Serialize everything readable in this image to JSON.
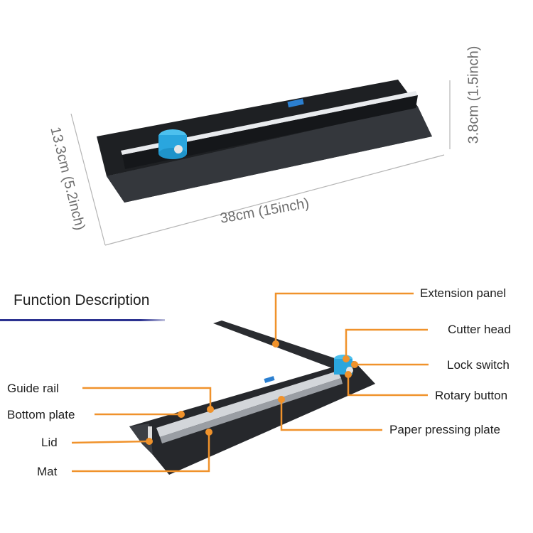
{
  "dimensions": {
    "length": "38cm (15inch)",
    "width": "13.3cm (5.2inch)",
    "height": "3.8cm (1.5inch)"
  },
  "section": {
    "title": "Function Description",
    "underline_color": "#2b3190"
  },
  "callouts": {
    "color": "#f0922b",
    "right": [
      {
        "label": "Extension panel"
      },
      {
        "label": "Cutter head"
      },
      {
        "label": "Lock switch"
      },
      {
        "label": "Rotary button"
      },
      {
        "label": "Paper pressing plate"
      }
    ],
    "left": [
      {
        "label": "Guide rail"
      },
      {
        "label": "Bottom plate"
      },
      {
        "label": "Lid"
      },
      {
        "label": "Mat"
      }
    ]
  },
  "colors": {
    "body": "#2b2d31",
    "cutter": "#29a3dc",
    "rail": "#c9ccd0"
  }
}
